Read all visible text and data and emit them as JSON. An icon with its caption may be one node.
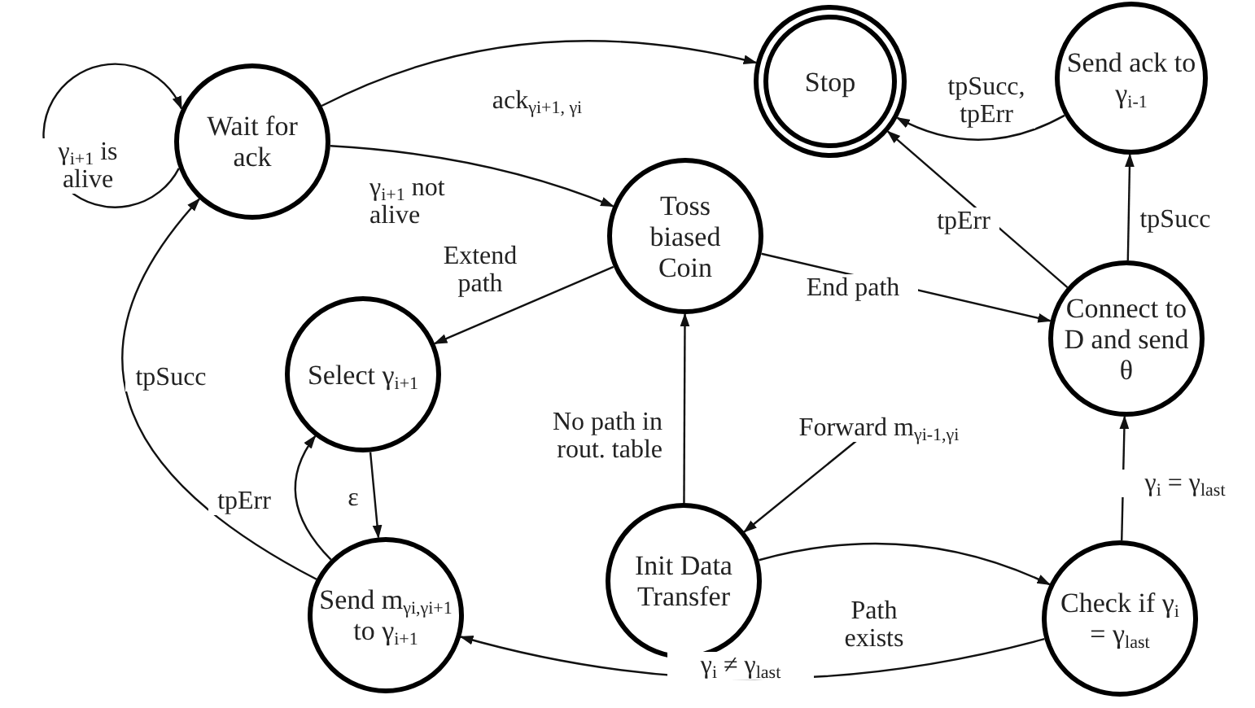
{
  "diagram": {
    "nodes": [
      {
        "text": [
          "Wait for ack"
        ]
      },
      {
        "text": [
          "Stop"
        ]
      },
      {
        "text": [
          "Send ack to γ$_{i-1}$"
        ]
      },
      {
        "text": [
          "Toss biased Coin"
        ]
      },
      {
        "text": [
          "Select γ$_{i+1}$"
        ]
      },
      {
        "text": [
          "Connect to D and send θ"
        ]
      },
      {
        "text": [
          "Init Data Transfer"
        ]
      },
      {
        "text": [
          "Send m$_{γi,γi+1}$ to γ$_{i+1}$"
        ]
      },
      {
        "text": [
          "Check if γ$_{i}$ = γ$_{last}$"
        ]
      }
    ],
    "edges": [
      {
        "from": 0,
        "to": 1,
        "arrow": "to",
        "label": "ack$_{γi+1, γi}$"
      },
      {
        "from": 0,
        "to": 3,
        "arrow": "to",
        "label": "γ$_{i+1}$ not alive"
      },
      {
        "from": 0,
        "to": 0,
        "arrow": "to",
        "label": "γ$_{i+1}$ is alive"
      },
      {
        "from": 3,
        "to": 4,
        "arrow": "to",
        "label": "Extend path"
      },
      {
        "from": 3,
        "to": 5,
        "arrow": "to",
        "label": "End path"
      },
      {
        "from": 2,
        "to": 1,
        "arrow": "to",
        "label": "tpSucc, tpErr"
      },
      {
        "from": 5,
        "to": 1,
        "arrow": "to",
        "label": "tpErr"
      },
      {
        "from": 5,
        "to": 2,
        "arrow": "to",
        "label": "tpSucc"
      },
      {
        "from": 6,
        "to": 3,
        "arrow": "to",
        "label": "No path in rout. table"
      },
      {
        "from": null,
        "to": 6,
        "arrow": "to",
        "label": "Forward m$_{γi-1,γi}$"
      },
      {
        "from": 6,
        "to": 8,
        "arrow": "to",
        "label": "Path exists"
      },
      {
        "from": 8,
        "to": 5,
        "arrow": "to",
        "label": "γ$_{i}$ = γ$_{last}$"
      },
      {
        "from": 8,
        "to": 7,
        "arrow": "to",
        "label": "γ$_{i}$ ≠ γ$_{last}$"
      },
      {
        "from": 4,
        "to": 7,
        "arrow": "to",
        "label": "ε"
      },
      {
        "from": 7,
        "to": 4,
        "arrow": "to",
        "label": "tpErr"
      },
      {
        "from": 7,
        "to": 0,
        "arrow": "to",
        "label": "tpSucc"
      }
    ]
  }
}
